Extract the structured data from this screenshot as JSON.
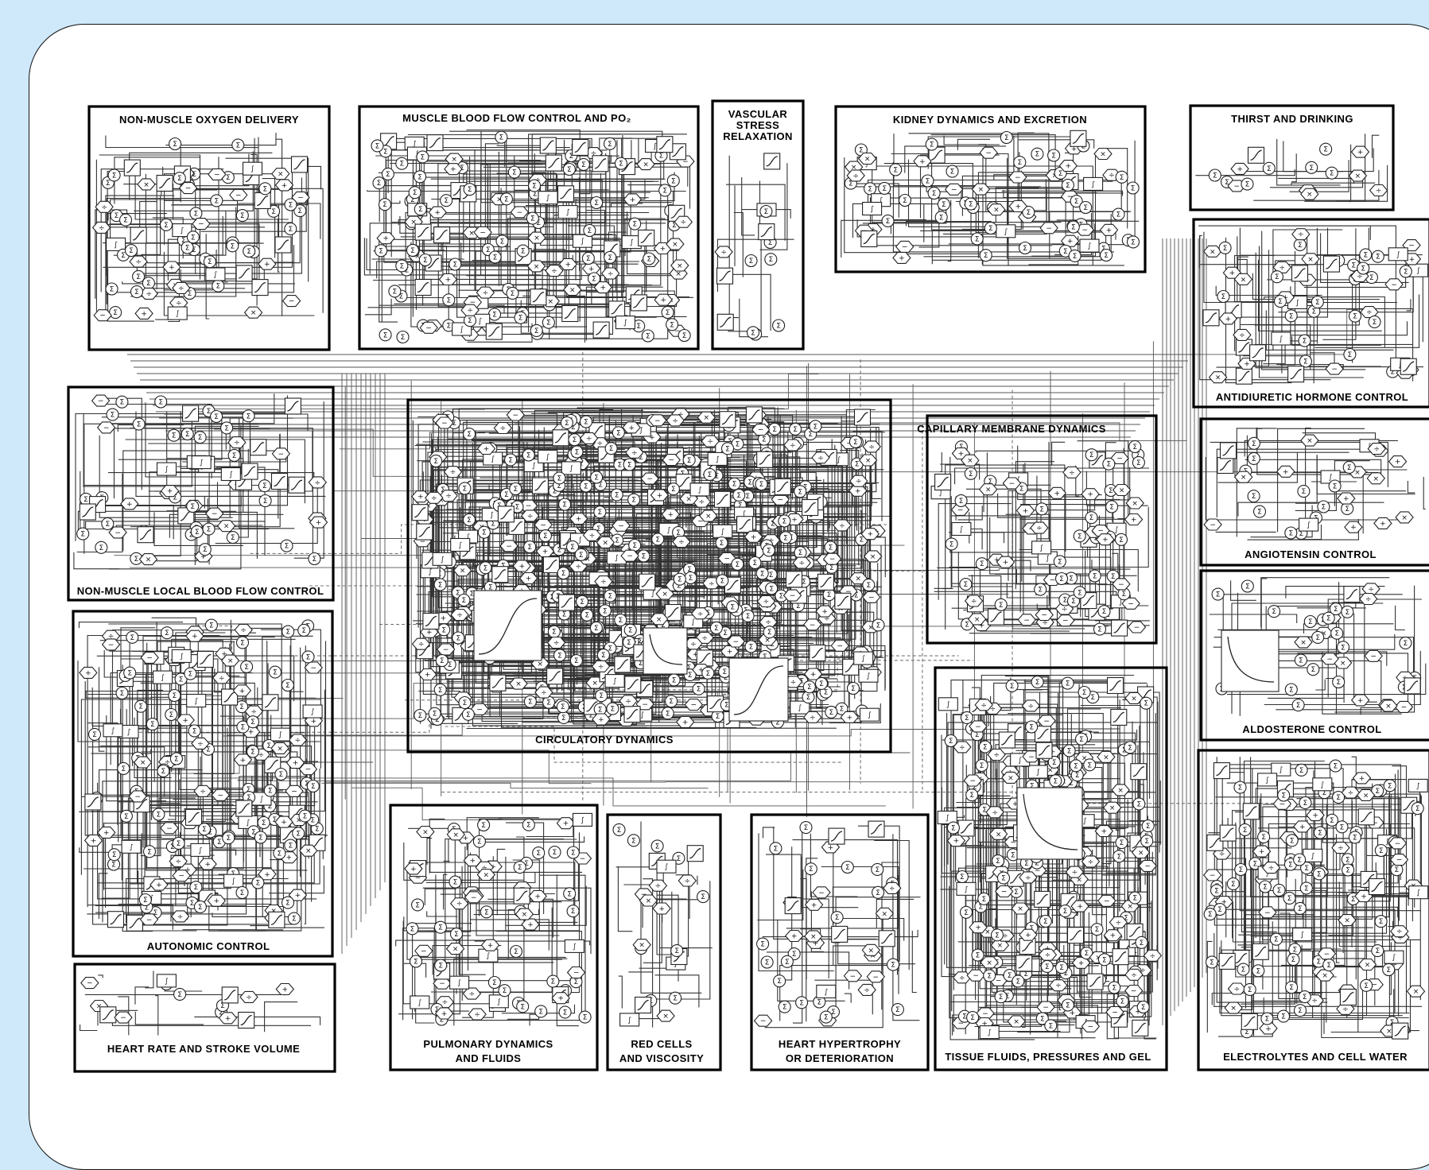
{
  "diagram": {
    "modules": [
      {
        "id": "non-muscle-oxygen-delivery",
        "title": "NON-MUSCLE  OXYGEN DELIVERY"
      },
      {
        "id": "muscle-blood-flow",
        "title": "MUSCLE BLOOD FLOW CONTROL AND PO₂"
      },
      {
        "id": "vascular-stress-relaxation",
        "title_lines": [
          "VASCULAR",
          "STRESS",
          "RELAXATION"
        ]
      },
      {
        "id": "kidney-dynamics",
        "title": "KIDNEY DYNAMICS AND EXCRETION"
      },
      {
        "id": "thirst-drinking",
        "title": "THIRST AND DRINKING"
      },
      {
        "id": "antidiuretic-hormone",
        "title": "ANTIDIURETIC HORMONE CONTROL"
      },
      {
        "id": "non-muscle-local-flow",
        "title": "NON-MUSCLE LOCAL BLOOD FLOW CONTROL"
      },
      {
        "id": "circulatory-dynamics",
        "title": "CIRCULATORY  DYNAMICS"
      },
      {
        "id": "capillary-membrane",
        "title": "CAPILLARY MEMBRANE DYNAMICS"
      },
      {
        "id": "angiotensin-control",
        "title": "ANGIOTENSIN CONTROL"
      },
      {
        "id": "autonomic-control",
        "title": "AUTONOMIC  CONTROL"
      },
      {
        "id": "aldosterone-control",
        "title": "ALDOSTERONE CONTROL"
      },
      {
        "id": "heart-rate-stroke",
        "title": "HEART RATE AND STROKE VOLUME"
      },
      {
        "id": "pulmonary-dynamics",
        "title_lines": [
          "PULMONARY DYNAMICS",
          "AND FLUIDS"
        ]
      },
      {
        "id": "red-cells",
        "title_lines": [
          "RED CELLS",
          "AND VISCOSITY"
        ]
      },
      {
        "id": "heart-hypertrophy",
        "title_lines": [
          "HEART HYPERTROPHY",
          "OR DETERIORATION"
        ]
      },
      {
        "id": "tissue-fluids",
        "title": "TISSUE FLUIDS, PRESSURES AND GEL"
      },
      {
        "id": "electrolytes",
        "title": "ELECTROLYTES AND CELL WATER"
      }
    ]
  }
}
